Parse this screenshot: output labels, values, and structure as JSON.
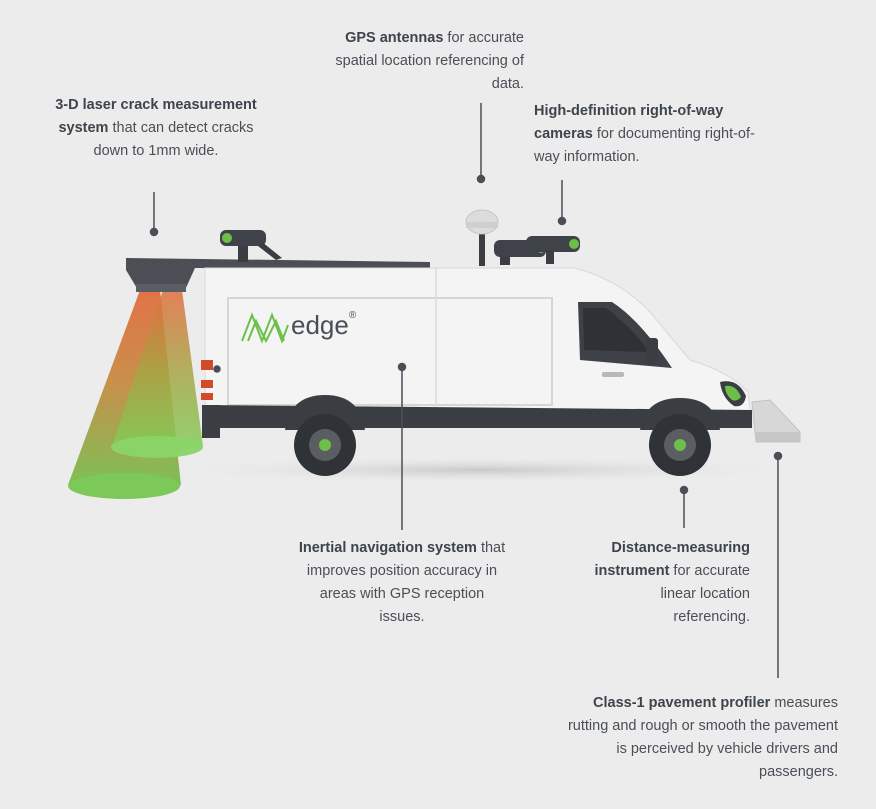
{
  "brand": {
    "logo_text": "edge",
    "logo_mark": "®"
  },
  "callouts": {
    "laser": {
      "bold": "3-D laser crack measurement system",
      "rest": " that can detect cracks down to 1mm wide."
    },
    "gps": {
      "bold": "GPS antennas",
      "rest": " for accurate spatial location referencing of data."
    },
    "cameras": {
      "bold": "High-definition right-of-way cameras",
      "rest": " for documenting right-of-way information."
    },
    "inertial": {
      "bold": "Inertial navigation system",
      "rest": " that improves position accuracy in areas with GPS reception issues."
    },
    "distance": {
      "bold": "Distance-measuring instrument",
      "rest": " for accurate linear location referencing."
    },
    "profiler": {
      "bold": "Class-1 pavement profiler",
      "rest": " measures rutting and rough or smooth the pavement is perceived by vehicle drivers and passengers."
    }
  },
  "colors": {
    "background": "#ececec",
    "van_body": "#f4f4f4",
    "trim": "#3a3d42",
    "laser_green": "#6cc04a",
    "laser_orange": "#e0683a",
    "leader_line": "#4a4f57"
  }
}
